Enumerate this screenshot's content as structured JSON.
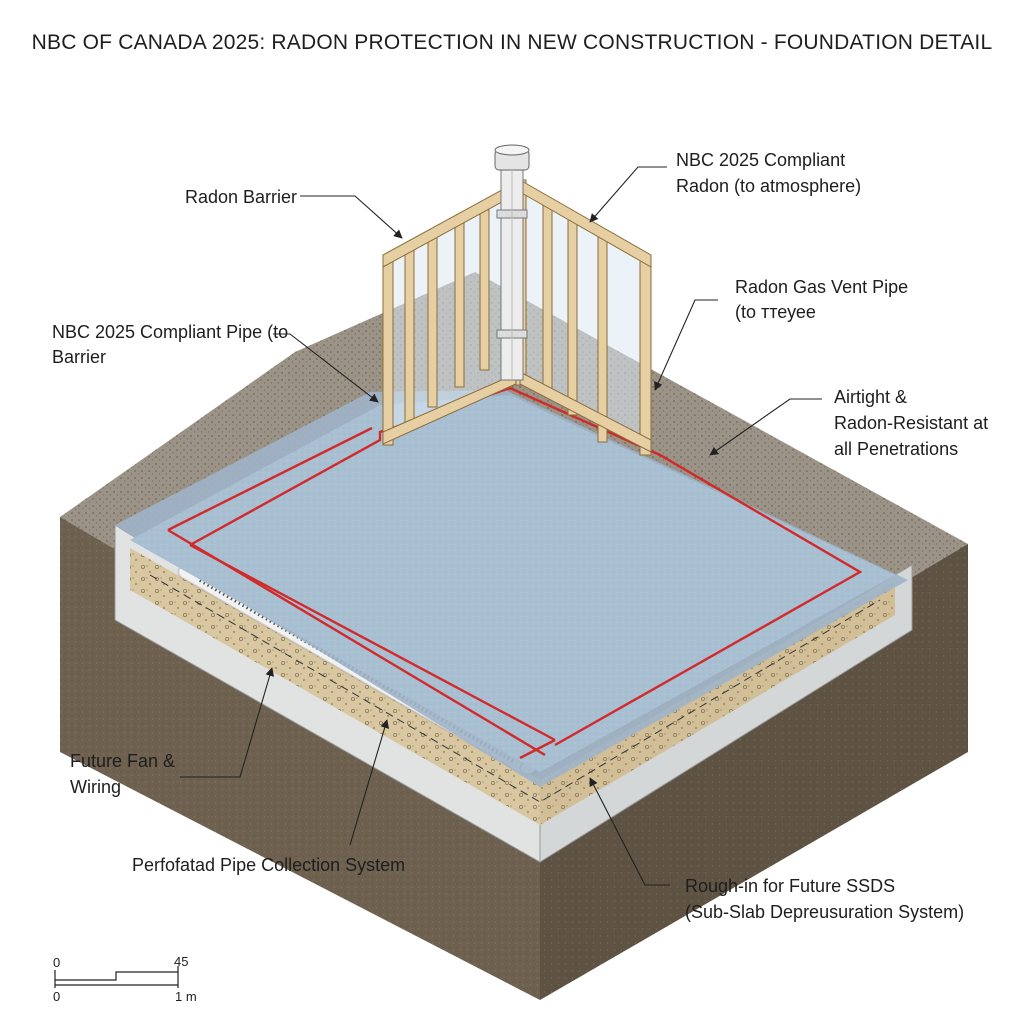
{
  "title": "NBC OF CANADA 2025: RADON PROTECTION IN NEW CONSTRUCTION - FOUNDATION DETAIL",
  "labels": {
    "radon_barrier": "Radon Barrier",
    "compliant_radon_l1": "NBC 2025 Compliant",
    "compliant_radon_l2": "Radon (to atmosphere)",
    "vent_pipe_l1": "Radon Gas Vent Pipe",
    "vent_pipe_l2": "(to ттеуее",
    "compliant_pipe_l1": "NBC 2025 Compliant Pipe (to",
    "compliant_pipe_l2": "Barrier",
    "airtight_l1": "Airtight &",
    "airtight_l2": "Radon-Resistant at",
    "airtight_l3": "all Penetrations",
    "future_fan_l1": "Future Fan &",
    "future_fan_l2": "Wiring",
    "perforated_pipe": "Perfofatad Pipe Collection System",
    "rough_in_l1": "Rough-in for Future SSDS",
    "rough_in_l2": "(Sub-Slab Depreusuration System)"
  },
  "scale_bar": {
    "top_left": "0",
    "top_right": "45",
    "bottom_left": "0",
    "bottom_right": "1 m"
  },
  "colors": {
    "soil": "#6e6150",
    "soil_top": "#7d7363",
    "gravel": "#d9c7a2",
    "slab": "#a9bfd2",
    "footing": "#e1e3e3",
    "sealant_line": "#d22a2a",
    "framing": "#e6cfa2",
    "pipe": "#ededed"
  }
}
